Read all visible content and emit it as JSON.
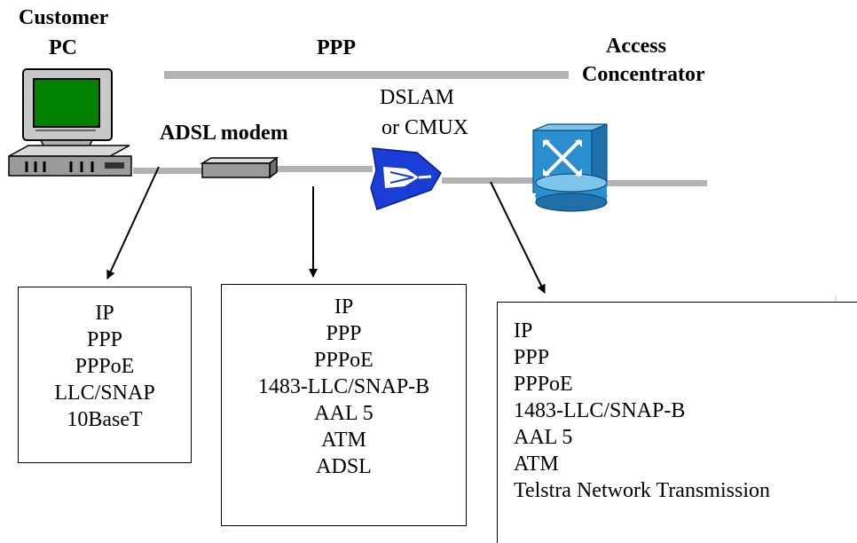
{
  "labels": {
    "customer": "Customer",
    "pc": "PC",
    "ppp": "PPP",
    "access": "Access",
    "concentrator": "Concentrator",
    "dslam": "DSLAM",
    "cmux": "or CMUX",
    "modem": "ADSL modem"
  },
  "stacks": {
    "pc": [
      "IP",
      "PPP",
      "PPPoE",
      "LLC/SNAP",
      "10BaseT"
    ],
    "modem": [
      "IP",
      "PPP",
      "PPPoE",
      "1483-LLC/SNAP-B",
      "AAL 5",
      "ATM",
      "ADSL"
    ],
    "network": [
      "IP",
      "PPP",
      "PPPoE",
      "1483-LLC/SNAP-B",
      "AAL 5",
      "ATM",
      "Telstra Network Transmission"
    ]
  },
  "colors": {
    "link": "#b3b3b3",
    "monitor_screen": "#008000",
    "dslam_blue": "#1a3dd6",
    "router_blue": "#2a8fd0"
  }
}
